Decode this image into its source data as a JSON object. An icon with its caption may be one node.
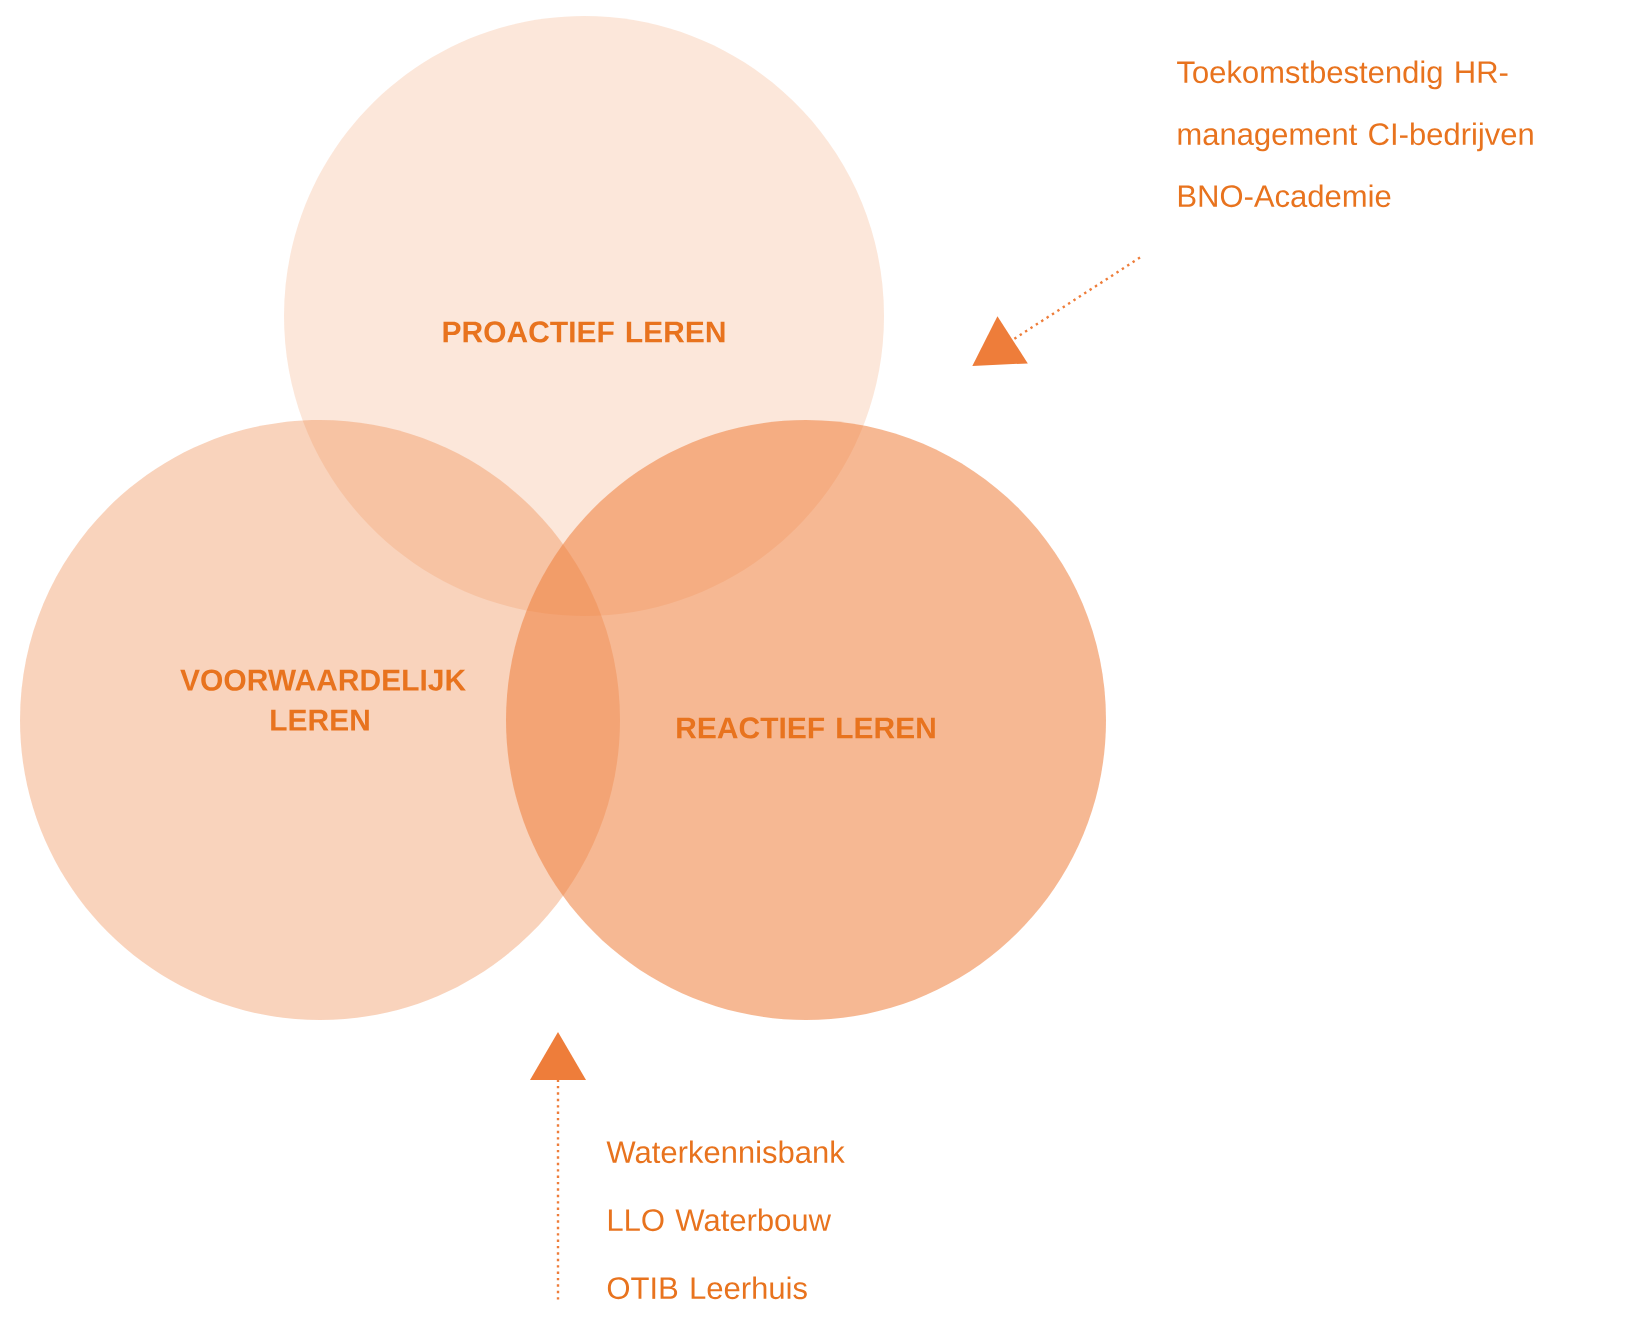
{
  "diagram": {
    "nodes": [
      {
        "text": [
          "PROACTIEF LEREN"
        ]
      },
      {
        "text": [
          "VOORWAARDELIJK LEREN"
        ]
      },
      {
        "text": [
          "REACTIEF LEREN"
        ]
      },
      {
        "text": [
          "Toekomstbestendig HR-management CI-bedrijven",
          "BNO-Academie"
        ]
      },
      {
        "text": [
          "Waterkennisbank",
          "LLO Waterbouw",
          "OTIB Leerhuis"
        ]
      }
    ],
    "edges": [
      {
        "from": 3,
        "to": null,
        "arrow": "to",
        "style": "dashed"
      },
      {
        "from": 4,
        "to": null,
        "arrow": "to",
        "style": "dashed"
      }
    ]
  }
}
